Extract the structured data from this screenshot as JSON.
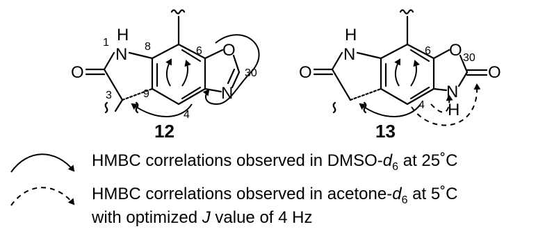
{
  "compounds": [
    {
      "id": "12",
      "atoms": {
        "nh_n": "N",
        "nh_h": "H",
        "ketone_o": "O",
        "ring_o": "O",
        "ring_n": "N"
      },
      "numbers": {
        "n1": "1",
        "c8": "8",
        "c6": "6",
        "c30": "30",
        "c3": "3",
        "c9": "9",
        "c4": "4"
      }
    },
    {
      "id": "13",
      "atoms": {
        "nh_n": "N",
        "nh_h": "H",
        "ketone_o": "O",
        "ring_o": "O",
        "carbonyl_o": "O",
        "ring_n": "N",
        "ring_h": "H"
      },
      "numbers": {
        "c6": "6",
        "c30": "30",
        "c4": "4"
      }
    }
  ],
  "legend": {
    "solid": {
      "text": "HMBC correlations observed in DMSO-",
      "solvent_italic": "d",
      "subscript": "6",
      "suffix": " at 25˚C"
    },
    "dashed": {
      "text": "HMBC correlations observed in acetone-",
      "solvent_italic": "d",
      "subscript": "6",
      "suffix": " at 5˚C"
    },
    "dashed_line2": {
      "prefix": "with optimized ",
      "j_italic": "J",
      "suffix": " value of 4 Hz"
    }
  }
}
